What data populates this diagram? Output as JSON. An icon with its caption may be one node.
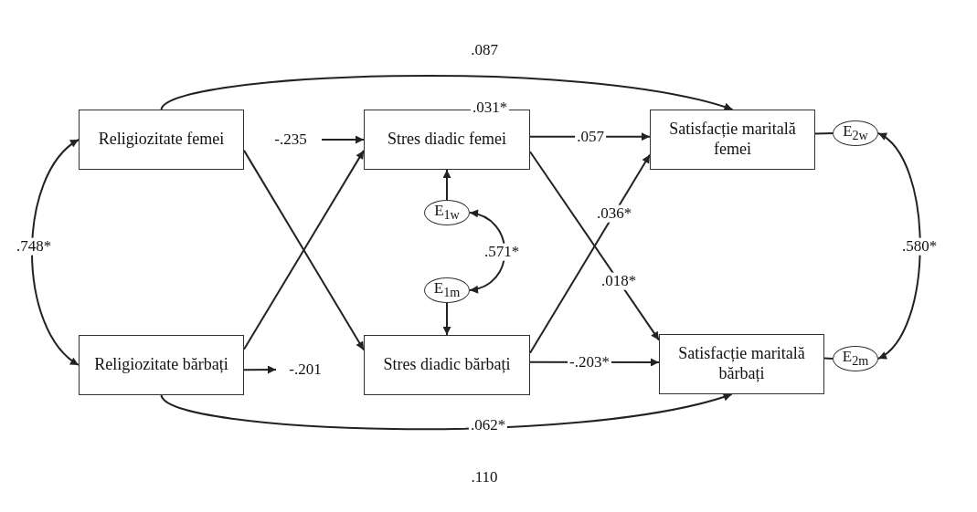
{
  "diagram": {
    "nodes": [
      {
        "text": [
          "Religiozitate femei"
        ]
      },
      {
        "text": [
          "Religiozitate bărbați"
        ]
      },
      {
        "text": [
          "Stres diadic femei"
        ]
      },
      {
        "text": [
          "Stres diadic bărbați"
        ]
      },
      {
        "text": [
          "Satisfacție maritală femei"
        ]
      },
      {
        "text": [
          "Satisfacție maritală bărbați"
        ]
      },
      {
        "text": [
          "E$_{1w}$"
        ]
      },
      {
        "text": [
          "E$_{1m}$"
        ]
      },
      {
        "text": [
          "E$_{2w}$"
        ]
      },
      {
        "text": [
          "E$_{2m}$"
        ]
      }
    ],
    "edges": [
      {
        "from": 0,
        "to": 4,
        "arrow": "to",
        "label": ".031*"
      },
      {
        "from": 1,
        "to": 5,
        "arrow": "to",
        "label": ".062*"
      },
      {
        "from": null,
        "to": 2,
        "arrow": "to",
        "label": "-.235"
      },
      {
        "from": 1,
        "to": null,
        "arrow": "to",
        "label": "-.201"
      },
      {
        "from": 0,
        "to": 3,
        "arrow": "to"
      },
      {
        "from": 1,
        "to": 2,
        "arrow": "to"
      },
      {
        "from": 2,
        "to": 4,
        "arrow": "to",
        "label": ".057"
      },
      {
        "from": 3,
        "to": 5,
        "arrow": "to",
        "label": "-.203*"
      },
      {
        "from": 3,
        "to": 4,
        "arrow": "to",
        "label": ".036*"
      },
      {
        "from": 2,
        "to": 5,
        "arrow": "to",
        "label": ".018*"
      },
      {
        "from": 6,
        "to": 2,
        "arrow": "to"
      },
      {
        "from": 7,
        "to": 3,
        "arrow": "to"
      },
      {
        "from": 6,
        "to": 7,
        "arrow": "both",
        "label": ".571*"
      },
      {
        "from": 4,
        "to": 8,
        "arrow": "none"
      },
      {
        "from": 5,
        "to": 9,
        "arrow": "none"
      },
      {
        "from": 8,
        "to": 9,
        "arrow": "both",
        "label": ".580*"
      },
      {
        "from": 0,
        "to": 1,
        "arrow": "both",
        "label": ".748*"
      }
    ],
    "labels": [
      ".087",
      ".110"
    ]
  }
}
